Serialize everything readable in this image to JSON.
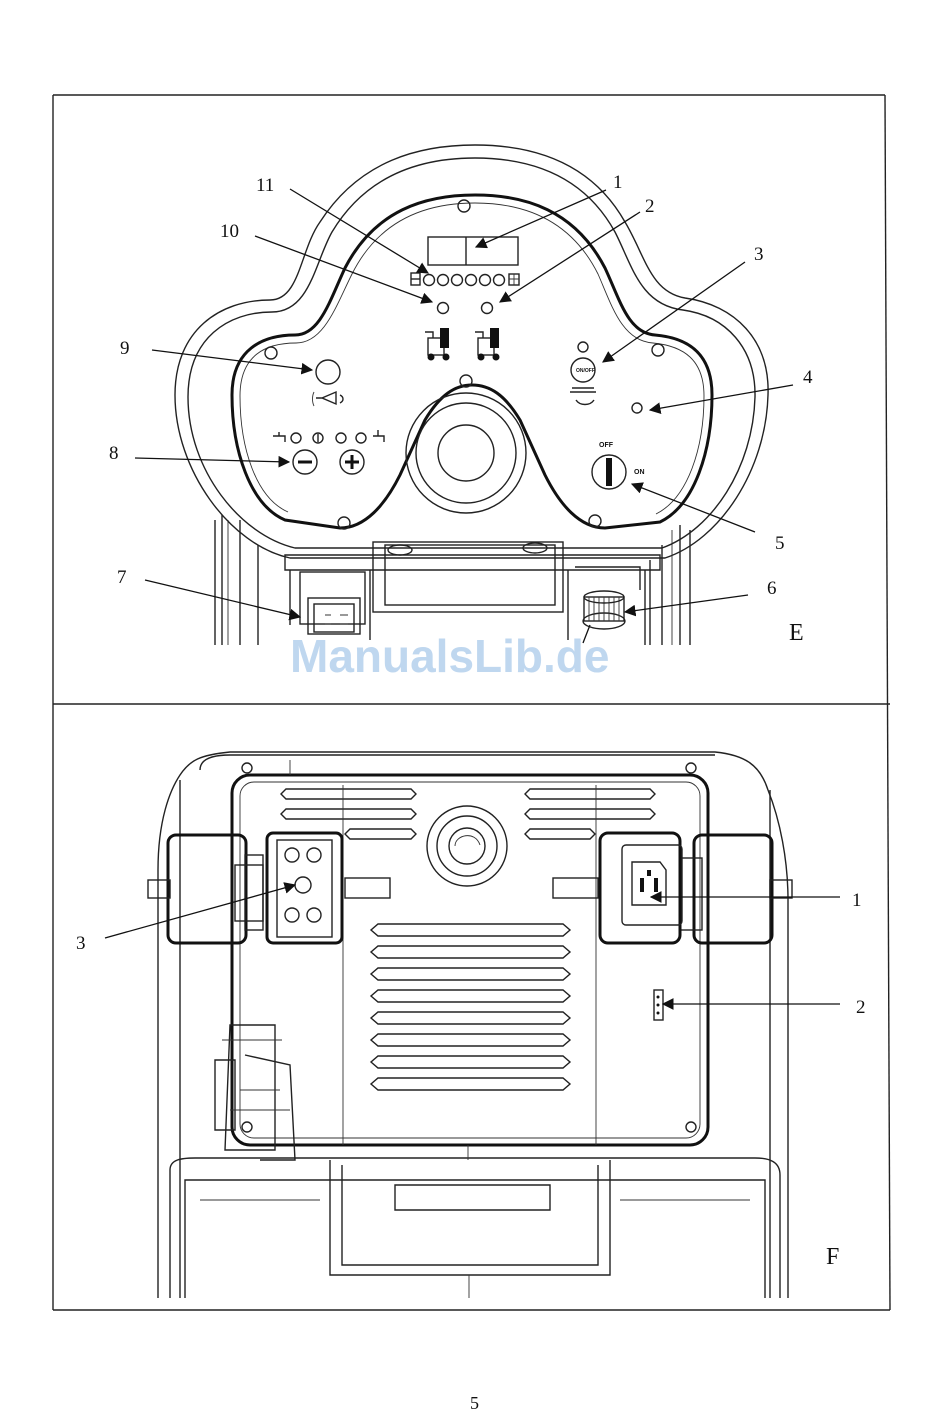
{
  "panel_e": {
    "letter": "E",
    "callouts": [
      "1",
      "2",
      "3",
      "4",
      "5",
      "6",
      "7",
      "8",
      "9",
      "10",
      "11"
    ],
    "labels": {
      "onoff": "ON/OFF",
      "off": "OFF",
      "on": "ON"
    }
  },
  "panel_f": {
    "letter": "F",
    "callouts": [
      "1",
      "2",
      "3"
    ]
  },
  "watermark": "ManualsLib.de",
  "page_number": "5"
}
